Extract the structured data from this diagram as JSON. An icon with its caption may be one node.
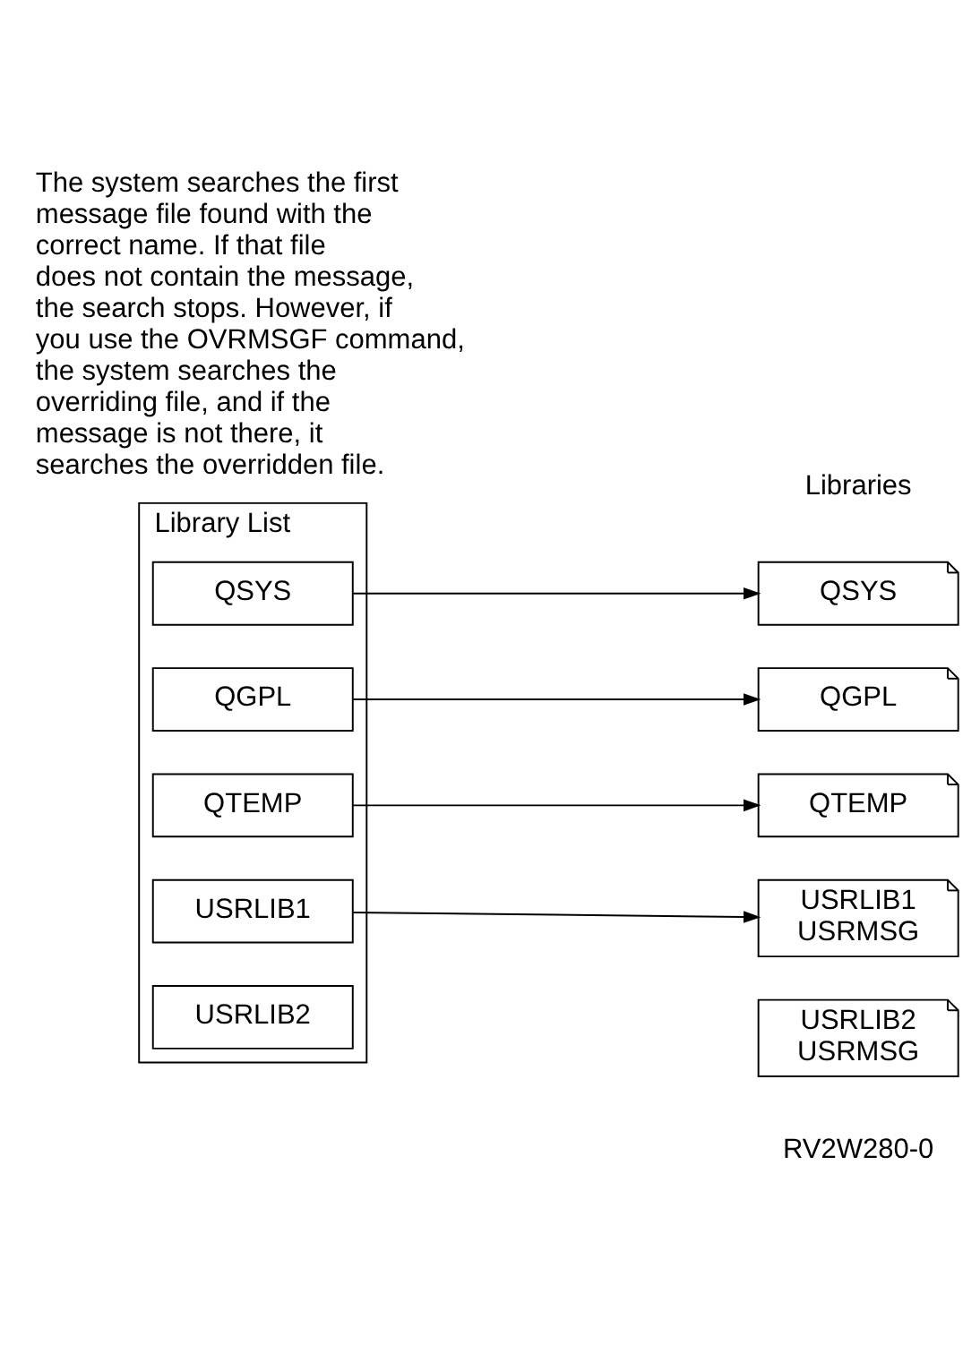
{
  "diagram": {
    "nodes": [
      {
        "text": [
          "Library List"
        ]
      },
      {
        "text": [
          "QSYS"
        ],
        "in": 0
      },
      {
        "text": [
          "QGPL"
        ],
        "in": 0
      },
      {
        "text": [
          "QTEMP"
        ],
        "in": 0
      },
      {
        "text": [
          "USRLIB1"
        ],
        "in": 0
      },
      {
        "text": [
          "USRLIB2"
        ],
        "in": 0
      },
      {
        "text": [
          "QSYS"
        ]
      },
      {
        "text": [
          "QGPL"
        ]
      },
      {
        "text": [
          "QTEMP"
        ]
      },
      {
        "text": [
          "USRLIB1",
          "USRMSG"
        ]
      },
      {
        "text": [
          "USRLIB2",
          "USRMSG"
        ]
      }
    ],
    "edges": [
      {
        "from": 1,
        "to": 6,
        "arrow": "to"
      },
      {
        "from": 2,
        "to": 7,
        "arrow": "to"
      },
      {
        "from": 3,
        "to": 8,
        "arrow": "to"
      },
      {
        "from": 4,
        "to": 9,
        "arrow": "to"
      }
    ],
    "labels": [
      "Libraries",
      "The system searches the first message file found with the correct name. If that file does not contain the message, the search stops. However, if you use the OVRMSGF command, the system searches the overriding file, and if the message is not there, it searches the overridden file.",
      "RV2W280-0"
    ]
  }
}
